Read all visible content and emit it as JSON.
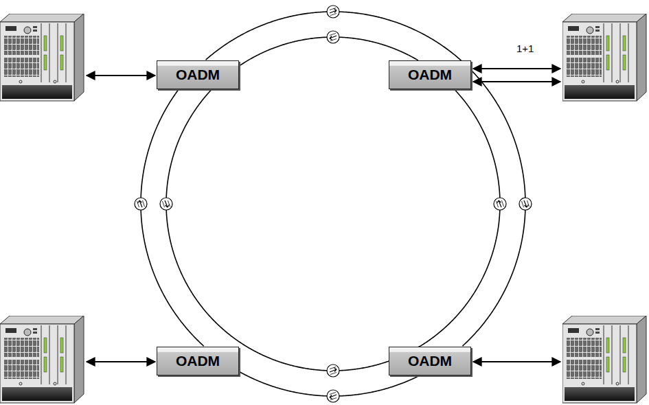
{
  "diagram": {
    "nodes": [
      {
        "text": [
          "OADM"
        ]
      },
      {
        "text": [
          "OADM"
        ]
      },
      {
        "text": [
          "OADM"
        ]
      },
      {
        "text": [
          "OADM"
        ]
      }
    ],
    "edges": [
      {
        "from": 0,
        "to": 1,
        "arrow": "none"
      },
      {
        "from": 1,
        "to": 3,
        "arrow": "none"
      },
      {
        "from": 3,
        "to": 2,
        "arrow": "none"
      },
      {
        "from": 2,
        "to": 0,
        "arrow": "none"
      },
      {
        "from": 0,
        "to": 1,
        "arrow": "none"
      },
      {
        "from": 1,
        "to": 3,
        "arrow": "none"
      },
      {
        "from": 3,
        "to": 2,
        "arrow": "none"
      },
      {
        "from": 2,
        "to": 0,
        "arrow": "none"
      }
    ],
    "labels": [
      "1+1"
    ]
  }
}
